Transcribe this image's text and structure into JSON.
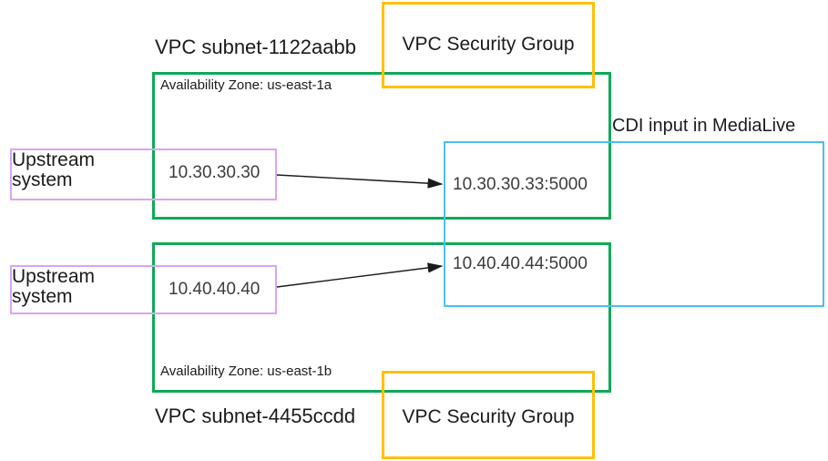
{
  "diagram": {
    "subnet_a": {
      "title": "VPC subnet-1122aabb",
      "zone_label": "Availability Zone: us-east-1a",
      "upstream_ip": "10.30.30.30"
    },
    "subnet_b": {
      "title": "VPC subnet-4455ccdd",
      "zone_label": "Availability Zone: us-east-1b",
      "upstream_ip": "10.40.40.40"
    },
    "security_group_top": {
      "label": "VPC Security Group"
    },
    "security_group_bottom": {
      "label": "VPC Security Group"
    },
    "upstream_a": {
      "label": "Upstream system"
    },
    "upstream_b": {
      "label": "Upstream system"
    },
    "cdi": {
      "title": "CDI input in MediaLive",
      "endpoint_a": "10.30.30.33:5000",
      "endpoint_b": "10.40.40.44:5000"
    },
    "colors": {
      "vpc_subnet_border": "#0FA958",
      "security_group_border": "#FFC008",
      "upstream_border": "#D9A5F2",
      "cdi_border": "#49C1EA",
      "arrow": "#1A1A1A",
      "title_text": "#1B1B1B",
      "ip_text": "#3C3C3C"
    }
  }
}
